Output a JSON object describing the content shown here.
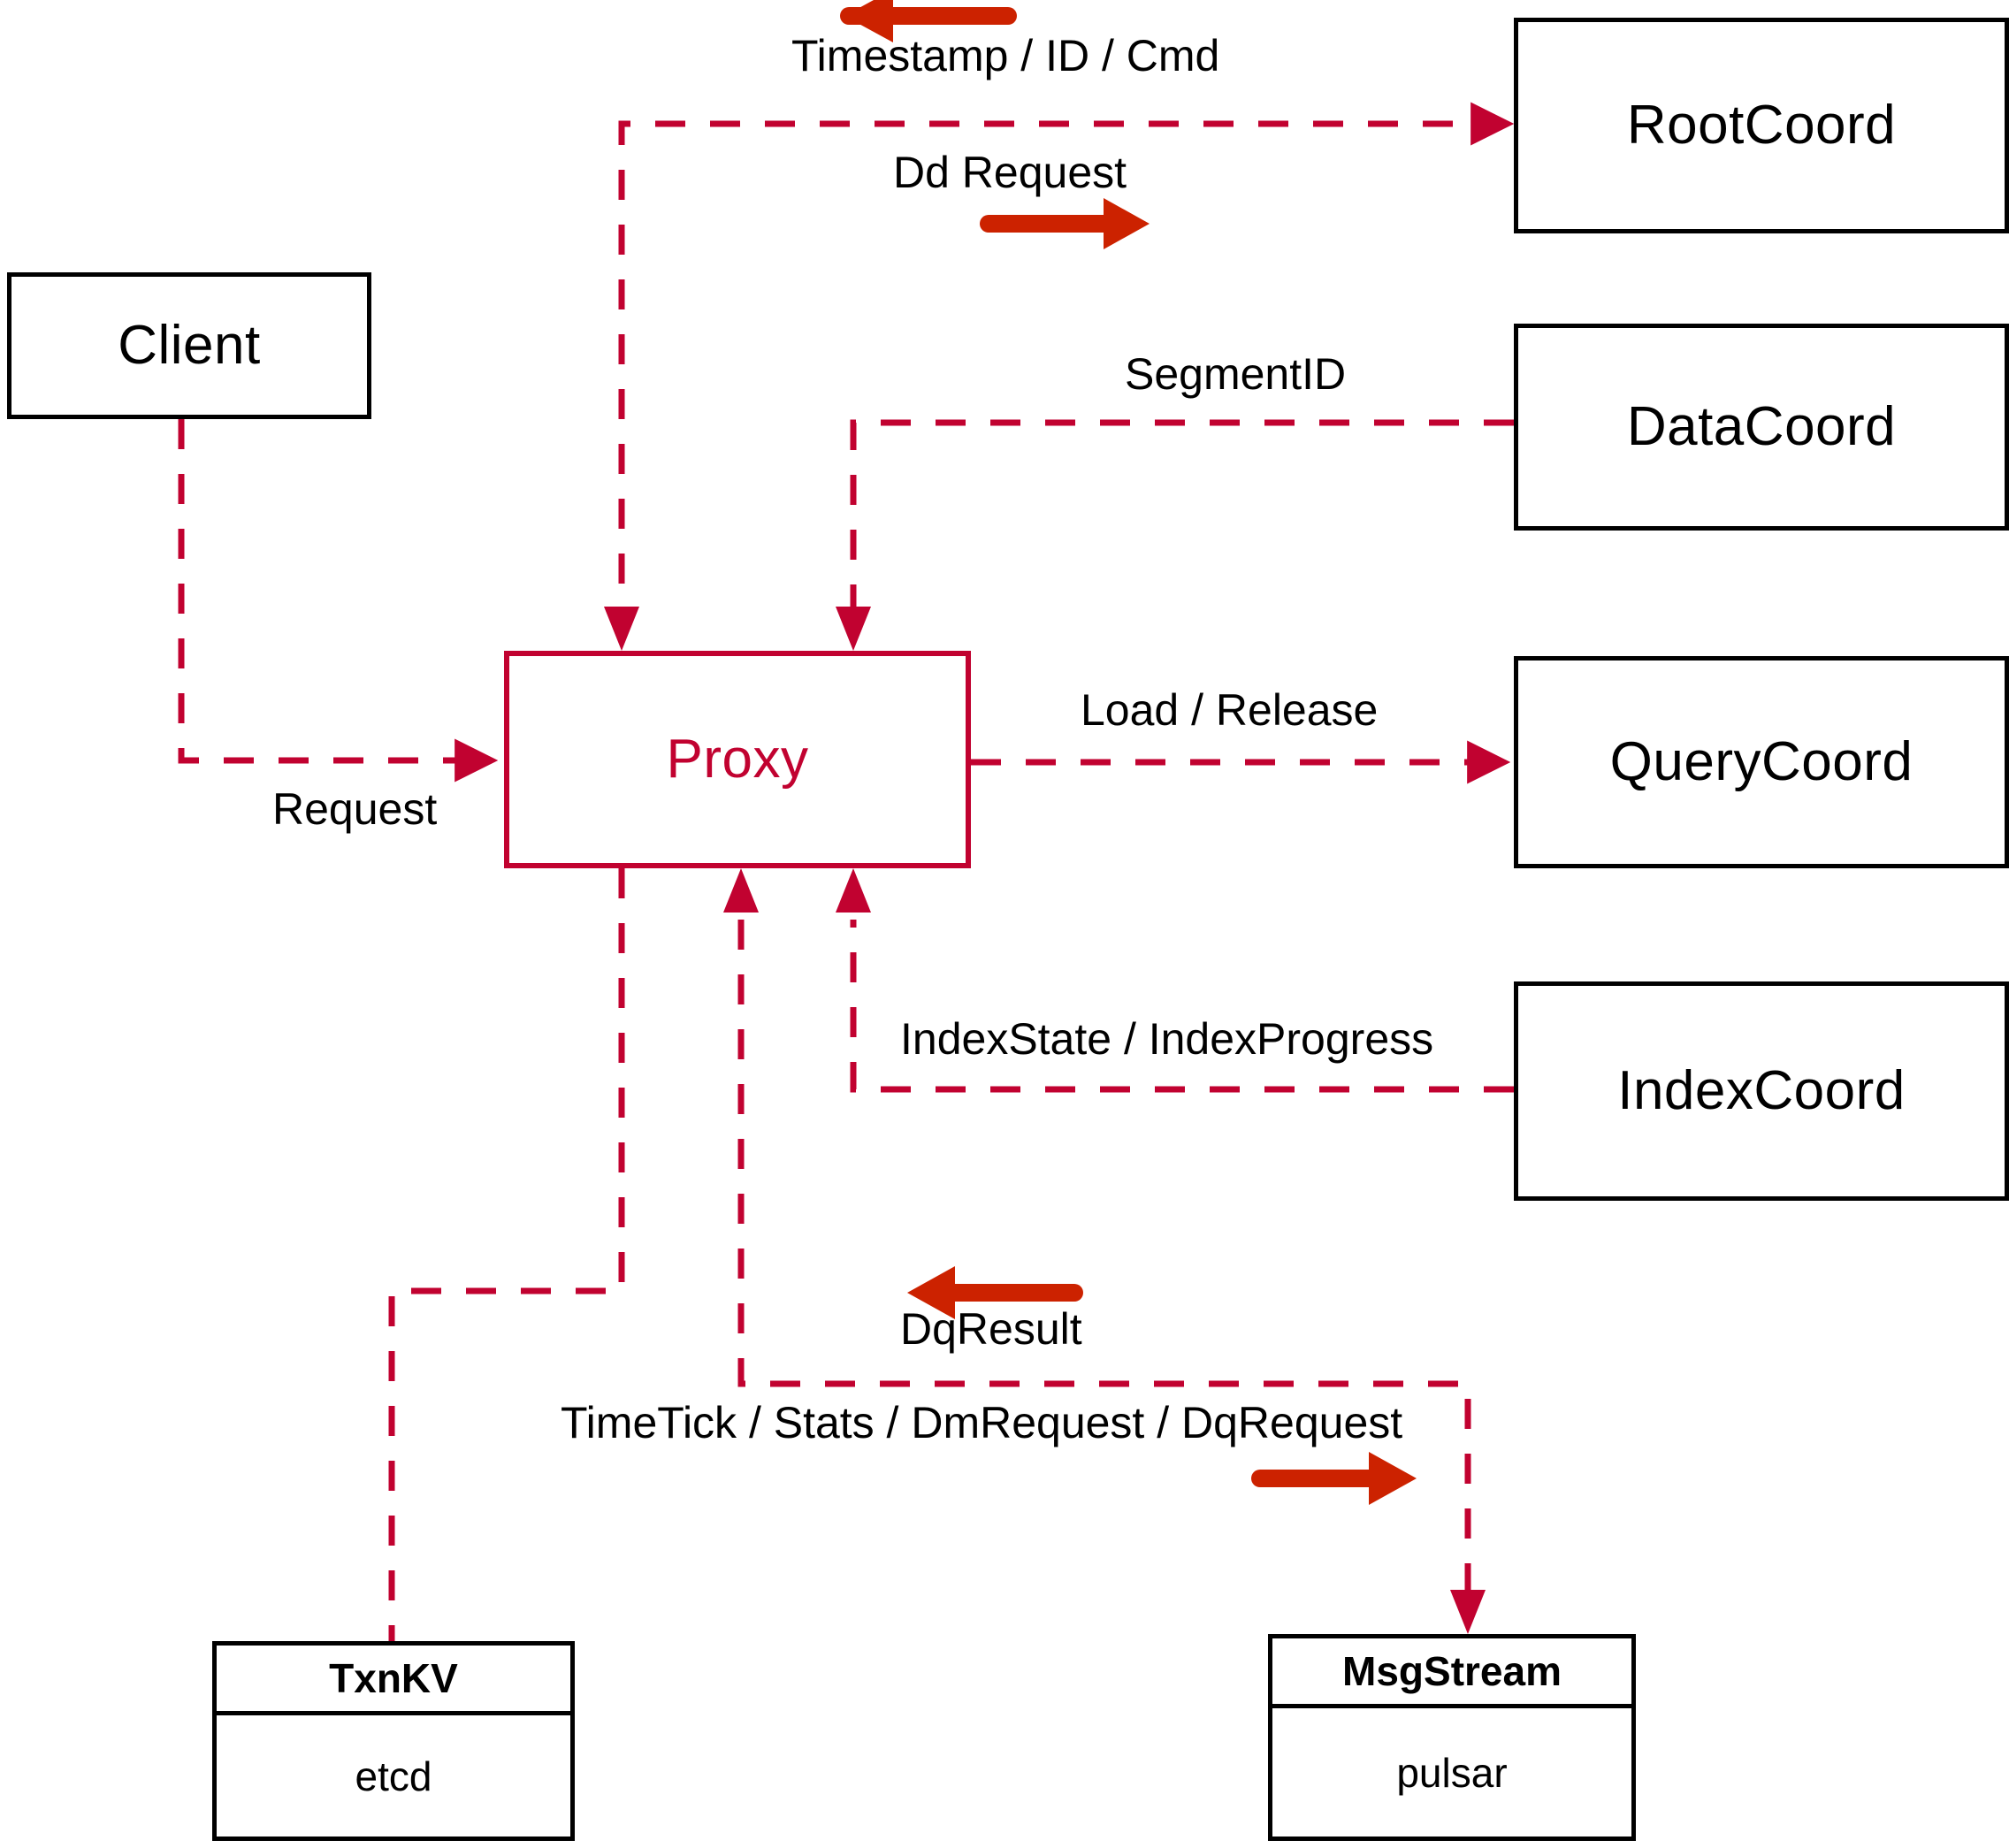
{
  "diagram": {
    "title": "Proxy component interaction diagram",
    "colors": {
      "node_border_black": "#000000",
      "proxy_border": "#C10230",
      "proxy_text": "#C10230",
      "dashed_wire": "#C10230",
      "direction_arrow": "#CC2200",
      "background": "#FFFFFF"
    }
  },
  "nodes": {
    "client": {
      "label": "Client"
    },
    "proxy": {
      "label": "Proxy"
    },
    "root_coord": {
      "label": "RootCoord"
    },
    "data_coord": {
      "label": "DataCoord"
    },
    "query_coord": {
      "label": "QueryCoord"
    },
    "index_coord": {
      "label": "IndexCoord"
    },
    "txnkv": {
      "title": "TxnKV",
      "impl": "etcd"
    },
    "msgstream": {
      "title": "MsgStream",
      "impl": "pulsar"
    }
  },
  "edges": [
    {
      "id": "client-proxy",
      "label": "Request",
      "from": "Client",
      "to": "Proxy",
      "direction_arrow": null
    },
    {
      "id": "proxy-rootcoord",
      "label": "Timestamp / ID / Cmd",
      "from": "Proxy",
      "to": "RootCoord",
      "direction_arrow": "left"
    },
    {
      "id": "proxy-rootcoord-dd",
      "label": "Dd Request",
      "from": "Proxy",
      "to": "RootCoord",
      "direction_arrow": "right"
    },
    {
      "id": "datacoord-proxy",
      "label": "SegmentID",
      "from": "DataCoord",
      "to": "Proxy",
      "direction_arrow": null
    },
    {
      "id": "proxy-querycoord",
      "label": "Load / Release",
      "from": "Proxy",
      "to": "QueryCoord",
      "direction_arrow": null
    },
    {
      "id": "indexcoord-proxy",
      "label": "IndexState / IndexProgress",
      "from": "IndexCoord",
      "to": "Proxy",
      "direction_arrow": null
    },
    {
      "id": "msgstream-proxy",
      "label": "DqResult",
      "from": "MsgStream",
      "to": "Proxy",
      "direction_arrow": "left"
    },
    {
      "id": "proxy-msgstream",
      "label": "TimeTick / Stats / DmRequest / DqRequest",
      "from": "Proxy",
      "to": "MsgStream",
      "direction_arrow": "right"
    },
    {
      "id": "proxy-txnkv",
      "label": "",
      "from": "Proxy",
      "to": "TxnKV",
      "direction_arrow": null
    }
  ],
  "edge_labels": {
    "request": "Request",
    "timestamp_id_cmd": "Timestamp / ID / Cmd",
    "dd_request": "Dd Request",
    "segment_id": "SegmentID",
    "load_release": "Load / Release",
    "index_state_progress": "IndexState / IndexProgress",
    "dq_result": "DqResult",
    "timetick_stats": "TimeTick / Stats / DmRequest / DqRequest"
  }
}
